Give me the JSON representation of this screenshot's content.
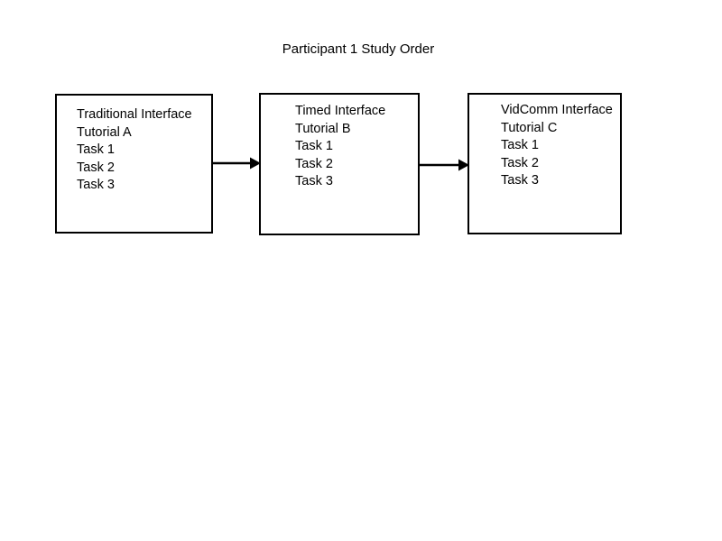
{
  "title": "Participant 1 Study Order",
  "colors": {
    "background": "#ffffff",
    "box_border": "#000000",
    "text": "#000000",
    "arrow": "#000000"
  },
  "boxes": [
    {
      "lines": [
        "Traditional Interface",
        "Tutorial A",
        "Task 1",
        "Task 2",
        "Task 3"
      ]
    },
    {
      "lines": [
        "Timed Interface",
        "Tutorial B",
        "Task 1",
        "Task 2",
        "Task 3"
      ]
    },
    {
      "lines": [
        "VidComm Interface",
        "Tutorial C",
        "Task 1",
        "Task 2",
        "Task 3"
      ]
    }
  ]
}
